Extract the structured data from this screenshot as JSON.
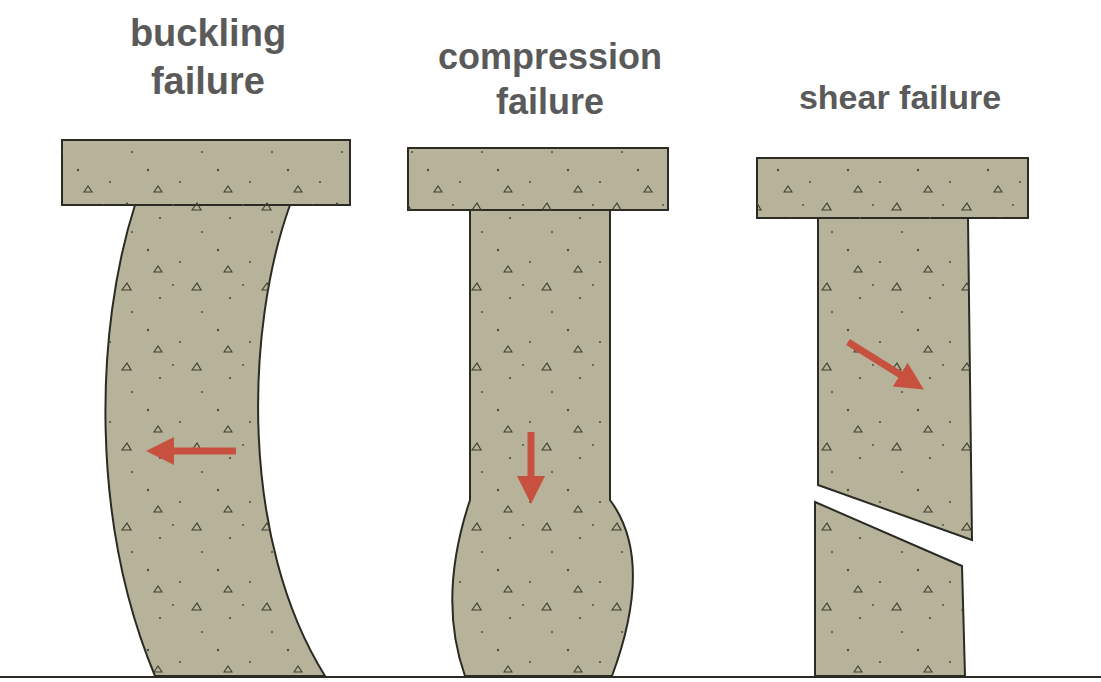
{
  "diagram": {
    "labels": [
      "buckling failure",
      "compression failure",
      "shear failure"
    ]
  }
}
